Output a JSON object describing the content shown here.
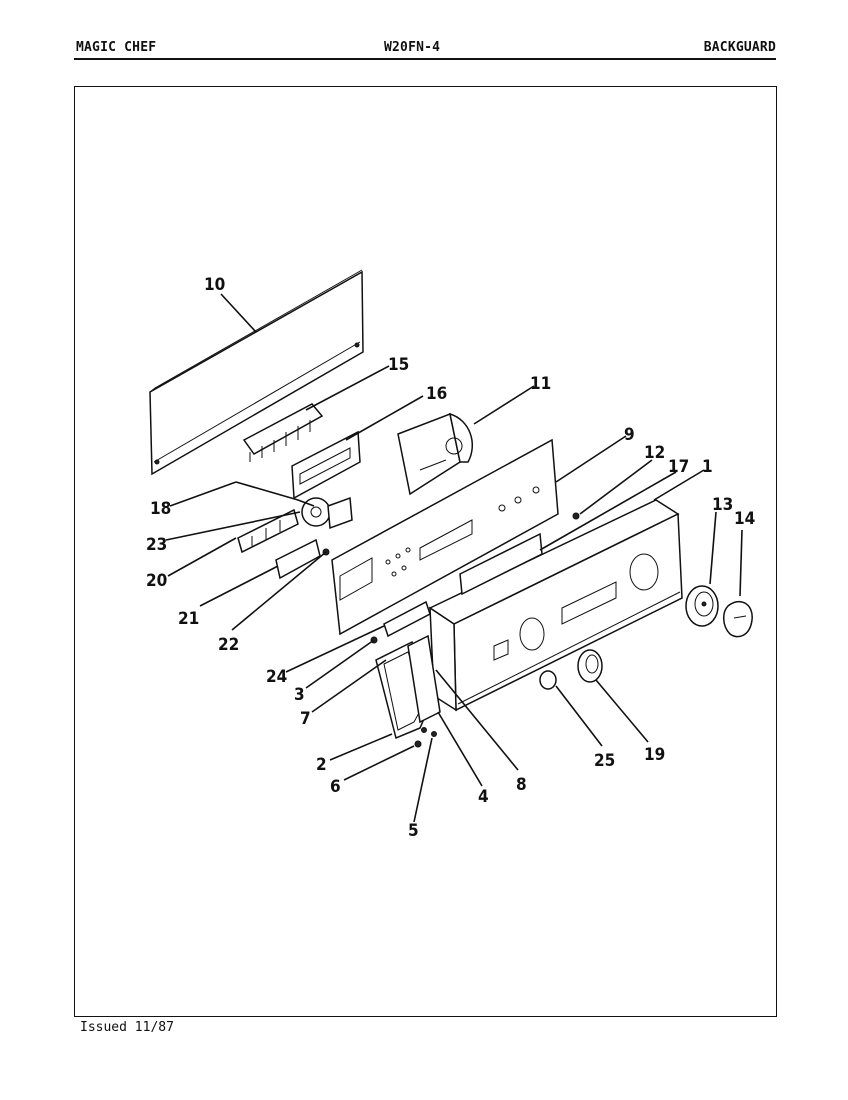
{
  "header": {
    "brand": "MAGIC CHEF",
    "model": "W20FN-4",
    "section": "BACKGUARD"
  },
  "footer": {
    "issued": "Issued 11/87"
  },
  "callouts": {
    "c1": "1",
    "c2": "2",
    "c3": "3",
    "c4": "4",
    "c5": "5",
    "c6": "6",
    "c7": "7",
    "c8": "8",
    "c9": "9",
    "c10": "10",
    "c11": "11",
    "c12": "12",
    "c13": "13",
    "c14": "14",
    "c15": "15",
    "c16": "16",
    "c17": "17",
    "c18": "18",
    "c19": "19",
    "c20": "20",
    "c21": "21",
    "c22": "22",
    "c23": "23",
    "c24": "24",
    "c25": "25"
  }
}
